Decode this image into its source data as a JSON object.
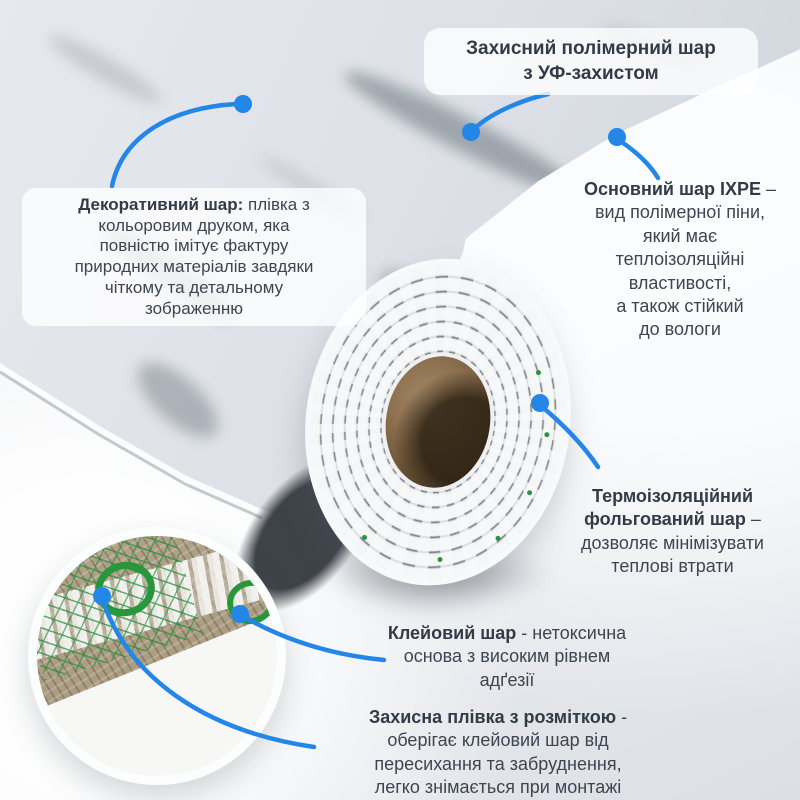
{
  "labels": {
    "top": {
      "lines": [
        {
          "b": "Захисний полімерний шар",
          "r": ""
        },
        {
          "b": "з УФ-захистом",
          "r": ""
        }
      ]
    },
    "decorative": {
      "lines": [
        {
          "b": "Декоративний шар:",
          "r": " плівка з"
        },
        {
          "b": "",
          "r": "кольоровим друком, яка"
        },
        {
          "b": "",
          "r": "повністю імітує фактуру"
        },
        {
          "b": "",
          "r": "природних матеріалів завдяки"
        },
        {
          "b": "",
          "r": "чіткому та детальному"
        },
        {
          "b": "",
          "r": "зображенню"
        }
      ]
    },
    "base_ixpe": {
      "lines": [
        {
          "b": "Основний шар IXPE",
          "r": " –"
        },
        {
          "b": "",
          "r": "вид полімерної піни,"
        },
        {
          "b": "",
          "r": "який має"
        },
        {
          "b": "",
          "r": "теплоізоляційні"
        },
        {
          "b": "",
          "r": "властивості,"
        },
        {
          "b": "",
          "r": "а також стійкий"
        },
        {
          "b": "",
          "r": "до вологи"
        }
      ]
    },
    "thermo": {
      "lines": [
        {
          "b": "Термоізоляційний",
          "r": ""
        },
        {
          "b": "фольгований шар",
          "r": " –"
        },
        {
          "b": "",
          "r": "дозволяє мінімізувати"
        },
        {
          "b": "",
          "r": "теплові втрати"
        }
      ]
    },
    "adhesive": {
      "lines": [
        {
          "b": "Клейовий шар",
          "r": " - нетоксична"
        },
        {
          "b": "",
          "r": "основа з високим рівнем"
        },
        {
          "b": "",
          "r": "адґезії"
        }
      ]
    },
    "release": {
      "lines": [
        {
          "b": "Захисна плівка з розміткою",
          "r": " -"
        },
        {
          "b": "",
          "r": "оберігає клейовий шар від"
        },
        {
          "b": "",
          "r": "пересихання та забруднення,"
        },
        {
          "b": "",
          "r": "легко знімається при монтажі"
        }
      ]
    }
  },
  "colors": {
    "accent_blue": "#2486e6",
    "text": "#3e4551",
    "green_marking": "#28963b",
    "core_brown": "#7a5f43",
    "marble_vein": "#6e757e",
    "label_box_bg": "rgba(255,255,255,0.78)"
  }
}
